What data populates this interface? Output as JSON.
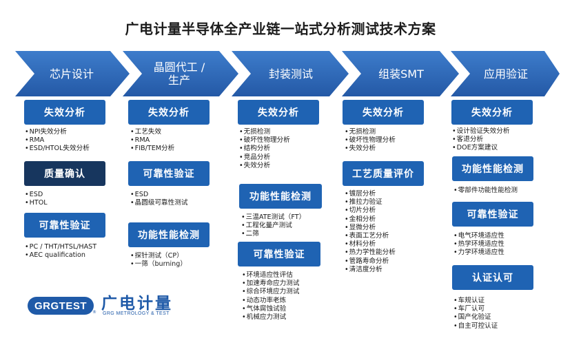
{
  "title": "广电计量半导体全产业链一站式分析测试技术方案",
  "stages": [
    "芯片设计",
    "晶圆代工 /\n生产",
    "封装测试",
    "组装SMT",
    "应用验证"
  ],
  "columns": [
    {
      "blocks": [
        {
          "title": "失效分析",
          "items": [
            "NPI失效分析",
            "RMA",
            "ESD/HTOL失效分析"
          ]
        },
        {
          "title": "质量确认",
          "items": [
            "ESD",
            "HTOL"
          ]
        },
        {
          "title": "可靠性验证",
          "items": [
            "PC / THT/HTSL/HAST",
            "AEC qualification"
          ]
        }
      ]
    },
    {
      "blocks": [
        {
          "title": "失效分析",
          "items": [
            "工艺失效",
            "RMA",
            "FIB/TEM分析"
          ]
        },
        {
          "title": "可靠性验证",
          "items": [
            "ESD",
            "晶圆级可靠性测试"
          ]
        },
        {
          "title": "功能性能检测",
          "items": [
            "探针测试（CP）",
            "一筛（burning）"
          ]
        }
      ]
    },
    {
      "blocks": [
        {
          "title": "失效分析",
          "items": [
            "无损检测",
            "破坏性物理分析",
            "结构分析",
            "竞品分析",
            "失效分析"
          ]
        },
        {
          "title": "功能性能检测",
          "items": [
            "三温ATE测试（FT）",
            "工程化量产测试",
            "二筛"
          ]
        },
        {
          "title": "可靠性验证",
          "items": [
            "环境适应性评估",
            "加速寿命应力测试",
            "综合环境应力测试",
            "动态功率老炼",
            "气体腐蚀试验",
            "机械应力测试"
          ]
        }
      ]
    },
    {
      "blocks": [
        {
          "title": "失效分析",
          "items": [
            "无损检测",
            "破坏性物理分析",
            "失效分析"
          ]
        },
        {
          "title": "工艺质量评价",
          "items": [
            "镀层分析",
            "推拉力验证",
            "切片分析",
            "金相分析",
            "显微分析",
            "表面工艺分析",
            "材料分析",
            "热力学性能分析",
            "管路寿命分析",
            "清洁度分析"
          ]
        }
      ]
    },
    {
      "blocks": [
        {
          "title": "失效分析",
          "items": [
            "设计验证失效分析",
            "客退分析",
            "DOE方案建议"
          ]
        },
        {
          "title": "功能性能检测",
          "items": [
            "零部件功能性能检测"
          ]
        },
        {
          "title": "可靠性验证",
          "items": [
            "电气环境适应性",
            "热学环境适应性",
            "力学环境适应性"
          ]
        },
        {
          "title": "认证认可",
          "items": [
            "车规认证",
            "车厂认可",
            "国产化验证",
            "自主可控认证"
          ]
        }
      ]
    }
  ],
  "logo": {
    "mark": "GRGTEST",
    "registered": "®",
    "name_cn": "广电计量",
    "name_en": "GRG METROLOGY & TEST"
  },
  "colors": {
    "chevron": "#2a66b8",
    "box": "#1f63b3",
    "box_dark": "#17365e"
  }
}
